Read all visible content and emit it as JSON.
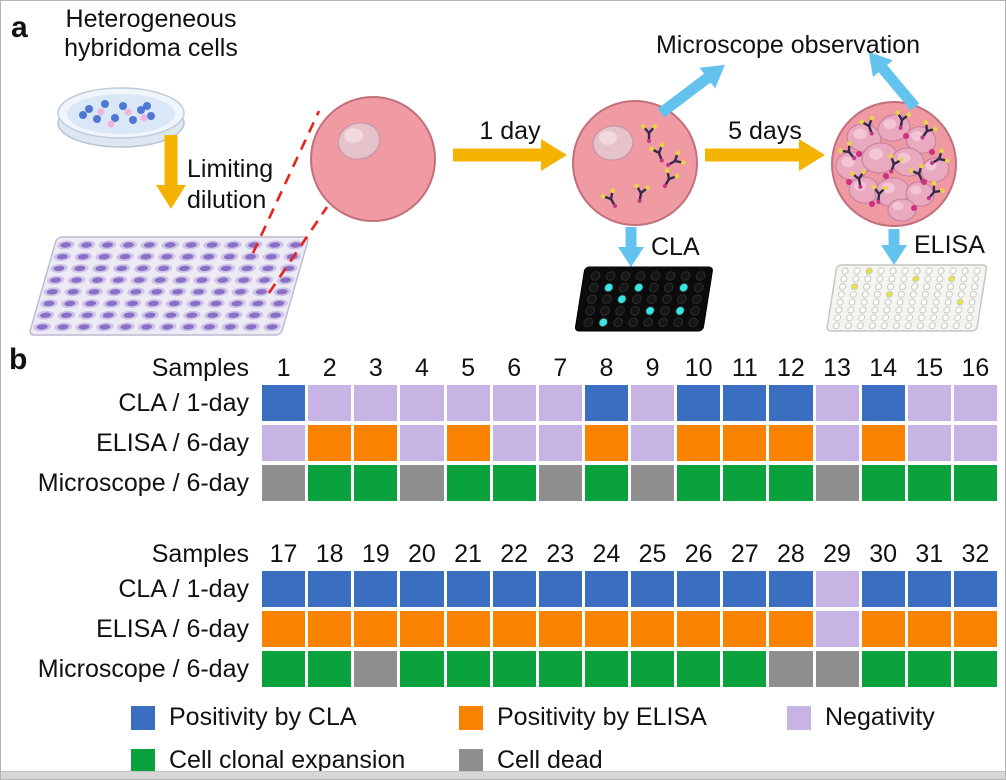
{
  "panel_a": {
    "label": "a",
    "title_line1": "Heterogeneous",
    "title_line2": "hybridoma cells",
    "limiting_line1": "Limiting",
    "limiting_line2": "dilution",
    "day1_label": "1 day",
    "day5_label": "5 days",
    "microscope_label": "Microscope observation",
    "cla_label": "CLA",
    "elisa_label": "ELISA"
  },
  "panel_b": {
    "label": "b",
    "samples_label": "Samples"
  },
  "colors": {
    "blue": "#3a6ec0",
    "orange": "#f98200",
    "purple": "#c7b3e4",
    "green": "#0aa23c",
    "gray": "#8f8f8f",
    "arrow_yellow": "#f5b301",
    "arrow_blue": "#63c3ee",
    "dashed_red": "#e6231e",
    "cell_pink": "#f09aa3"
  },
  "chart_data": {
    "type": "heatmap",
    "title": "Single-sample assay outcomes by method and day",
    "row_labels": [
      "CLA / 1-day",
      "ELISA / 6-day",
      "Microscope / 6-day"
    ],
    "legend": [
      {
        "key": "blue",
        "label": "Positivity by CLA"
      },
      {
        "key": "orange",
        "label": "Positivity by ELISA"
      },
      {
        "key": "purple",
        "label": "Negativity"
      },
      {
        "key": "green",
        "label": "Cell clonal expansion"
      },
      {
        "key": "gray",
        "label": "Cell dead"
      }
    ],
    "blocks": [
      {
        "samples": [
          "1",
          "2",
          "3",
          "4",
          "5",
          "6",
          "7",
          "8",
          "9",
          "10",
          "11",
          "12",
          "13",
          "14",
          "15",
          "16"
        ],
        "rows": [
          [
            "blue",
            "purple",
            "purple",
            "purple",
            "purple",
            "purple",
            "purple",
            "blue",
            "purple",
            "blue",
            "blue",
            "blue",
            "purple",
            "blue",
            "purple",
            "purple"
          ],
          [
            "purple",
            "orange",
            "orange",
            "purple",
            "orange",
            "purple",
            "purple",
            "orange",
            "purple",
            "orange",
            "orange",
            "orange",
            "purple",
            "orange",
            "purple",
            "purple"
          ],
          [
            "gray",
            "green",
            "green",
            "gray",
            "green",
            "green",
            "gray",
            "green",
            "gray",
            "green",
            "green",
            "green",
            "gray",
            "green",
            "green",
            "green"
          ]
        ]
      },
      {
        "samples": [
          "17",
          "18",
          "19",
          "20",
          "21",
          "22",
          "23",
          "24",
          "25",
          "26",
          "27",
          "28",
          "29",
          "30",
          "31",
          "32"
        ],
        "rows": [
          [
            "blue",
            "blue",
            "blue",
            "blue",
            "blue",
            "blue",
            "blue",
            "blue",
            "blue",
            "blue",
            "blue",
            "blue",
            "purple",
            "blue",
            "blue",
            "blue"
          ],
          [
            "orange",
            "orange",
            "orange",
            "orange",
            "orange",
            "orange",
            "orange",
            "orange",
            "orange",
            "orange",
            "orange",
            "orange",
            "purple",
            "orange",
            "orange",
            "orange"
          ],
          [
            "green",
            "green",
            "gray",
            "green",
            "green",
            "green",
            "green",
            "green",
            "green",
            "green",
            "green",
            "gray",
            "gray",
            "green",
            "green",
            "green"
          ]
        ]
      }
    ]
  }
}
